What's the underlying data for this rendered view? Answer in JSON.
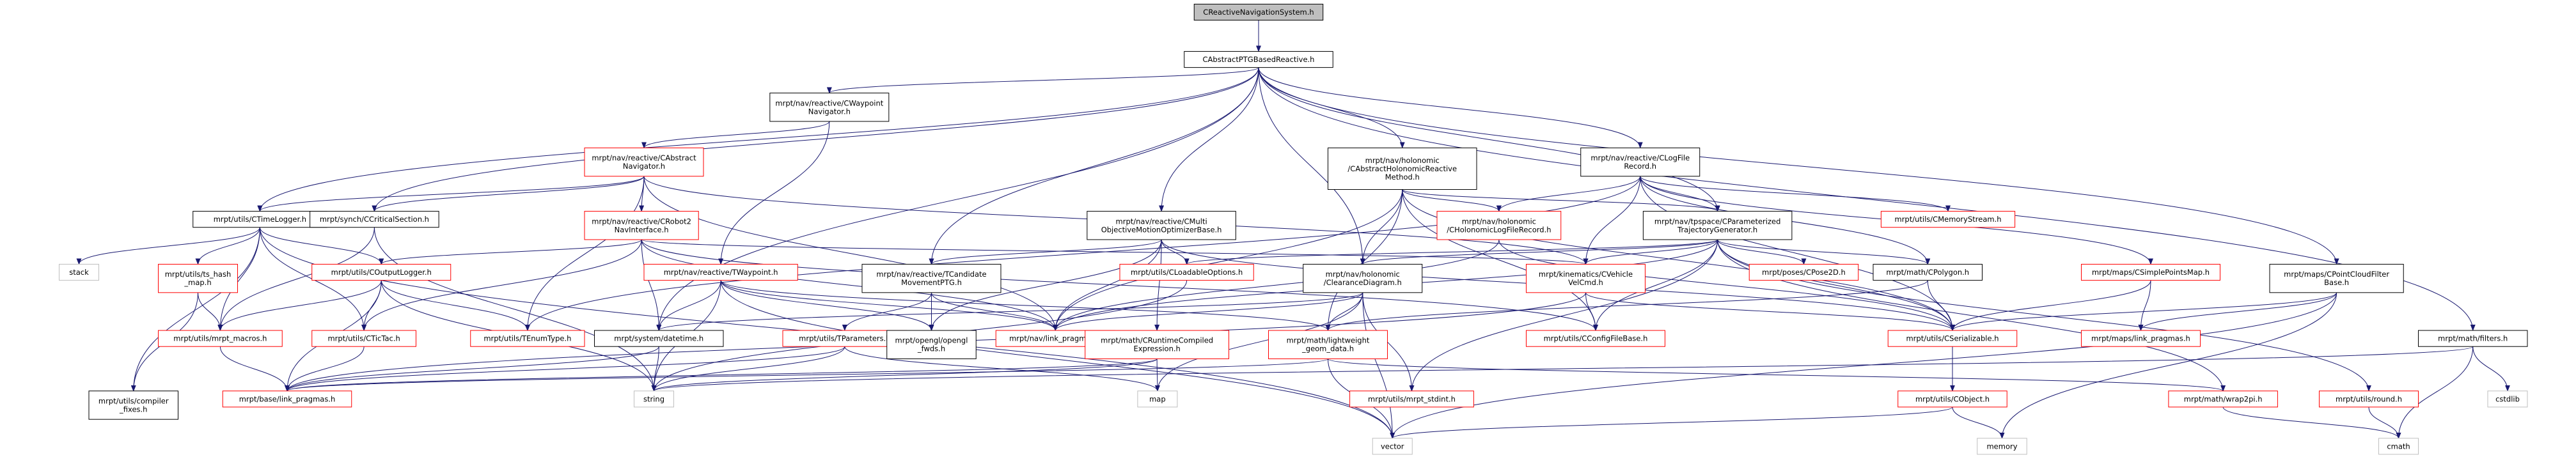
{
  "diagram": {
    "nodes": [
      {
        "id": "n0",
        "lines": [
          "CReactiveNavigationSystem.h"
        ],
        "style": "root"
      },
      {
        "id": "n1",
        "lines": [
          "CAbstractPTGBasedReactive.h"
        ],
        "style": "black"
      },
      {
        "id": "n2",
        "lines": [
          "mrpt/nav/reactive/CWaypoint",
          "Navigator.h"
        ],
        "style": "black"
      },
      {
        "id": "n3",
        "lines": [
          "mrpt/nav/holonomic",
          "/CAbstractHolonomicReactive",
          "Method.h"
        ],
        "style": "black"
      },
      {
        "id": "n4",
        "lines": [
          "mrpt/nav/reactive/CLogFile",
          "Record.h"
        ],
        "style": "black"
      },
      {
        "id": "n5",
        "lines": [
          "mrpt/nav/reactive/CAbstract",
          "Navigator.h"
        ],
        "style": "red"
      },
      {
        "id": "n6",
        "lines": [
          "mrpt/utils/CTimeLogger.h"
        ],
        "style": "black"
      },
      {
        "id": "n7",
        "lines": [
          "mrpt/synch/CCriticalSection.h"
        ],
        "style": "black"
      },
      {
        "id": "n8",
        "lines": [
          "mrpt/nav/reactive/CRobot2",
          "NavInterface.h"
        ],
        "style": "red"
      },
      {
        "id": "n9",
        "lines": [
          "mrpt/nav/reactive/CMulti",
          "ObjectiveMotionOptimizerBase.h"
        ],
        "style": "black"
      },
      {
        "id": "n10",
        "lines": [
          "mrpt/nav/holonomic",
          "/CHolonomicLogFileRecord.h"
        ],
        "style": "red"
      },
      {
        "id": "n11",
        "lines": [
          "mrpt/nav/tpspace/CParameterized",
          "TrajectoryGenerator.h"
        ],
        "style": "black"
      },
      {
        "id": "n12",
        "lines": [
          "mrpt/utils/CMemoryStream.h"
        ],
        "style": "red"
      },
      {
        "id": "n13",
        "lines": [
          "stack"
        ],
        "style": "gray"
      },
      {
        "id": "n14",
        "lines": [
          "mrpt/utils/ts_hash",
          "_map.h"
        ],
        "style": "red"
      },
      {
        "id": "n15",
        "lines": [
          "mrpt/utils/COutputLogger.h"
        ],
        "style": "red"
      },
      {
        "id": "n16",
        "lines": [
          "mrpt/nav/reactive/TWaypoint.h"
        ],
        "style": "red"
      },
      {
        "id": "n17",
        "lines": [
          "mrpt/nav/reactive/TCandidate",
          "MovementPTG.h"
        ],
        "style": "black"
      },
      {
        "id": "n18",
        "lines": [
          "mrpt/utils/CLoadableOptions.h"
        ],
        "style": "red"
      },
      {
        "id": "n19",
        "lines": [
          "mrpt/nav/holonomic",
          "/ClearanceDiagram.h"
        ],
        "style": "black"
      },
      {
        "id": "n20",
        "lines": [
          "mrpt/kinematics/CVehicle",
          "VelCmd.h"
        ],
        "style": "red"
      },
      {
        "id": "n21",
        "lines": [
          "mrpt/poses/CPose2D.h"
        ],
        "style": "red"
      },
      {
        "id": "n22",
        "lines": [
          "mrpt/math/CPolygon.h"
        ],
        "style": "black"
      },
      {
        "id": "n23",
        "lines": [
          "mrpt/maps/CSimplePointsMap.h"
        ],
        "style": "red"
      },
      {
        "id": "n24",
        "lines": [
          "mrpt/maps/CPointCloudFilter",
          "Base.h"
        ],
        "style": "black"
      },
      {
        "id": "n25",
        "lines": [
          "mrpt/math/filters.h"
        ],
        "style": "black"
      },
      {
        "id": "n26",
        "lines": [
          "mrpt/utils/mrpt_macros.h"
        ],
        "style": "red"
      },
      {
        "id": "n27",
        "lines": [
          "mrpt/utils/CTicTac.h"
        ],
        "style": "red"
      },
      {
        "id": "n28",
        "lines": [
          "mrpt/utils/TEnumType.h"
        ],
        "style": "red"
      },
      {
        "id": "n29",
        "lines": [
          "mrpt/system/datetime.h"
        ],
        "style": "black"
      },
      {
        "id": "n30",
        "lines": [
          "mrpt/utils/TParameters.h"
        ],
        "style": "red"
      },
      {
        "id": "n31",
        "lines": [
          "mrpt/opengl/opengl",
          "_fwds.h"
        ],
        "style": "black"
      },
      {
        "id": "n32",
        "lines": [
          "mrpt/nav/link_pragmas.h"
        ],
        "style": "red"
      },
      {
        "id": "n33",
        "lines": [
          "mrpt/math/CRuntimeCompiled",
          "Expression.h"
        ],
        "style": "red"
      },
      {
        "id": "n34",
        "lines": [
          "mrpt/math/lightweight",
          "_geom_data.h"
        ],
        "style": "red"
      },
      {
        "id": "n35",
        "lines": [
          "mrpt/utils/CConfigFileBase.h"
        ],
        "style": "red"
      },
      {
        "id": "n36",
        "lines": [
          "mrpt/utils/CSerializable.h"
        ],
        "style": "red"
      },
      {
        "id": "n37",
        "lines": [
          "mrpt/maps/link_pragmas.h"
        ],
        "style": "red"
      },
      {
        "id": "n38",
        "lines": [
          "mrpt/math/wrap2pi.h"
        ],
        "style": "red"
      },
      {
        "id": "n39",
        "lines": [
          "mrpt/utils/round.h"
        ],
        "style": "red"
      },
      {
        "id": "n40",
        "lines": [
          "cstdlib"
        ],
        "style": "gray"
      },
      {
        "id": "n41",
        "lines": [
          "mrpt/utils/compiler",
          "_fixes.h"
        ],
        "style": "black"
      },
      {
        "id": "n42",
        "lines": [
          "mrpt/base/link_pragmas.h"
        ],
        "style": "red"
      },
      {
        "id": "n43",
        "lines": [
          "string"
        ],
        "style": "gray"
      },
      {
        "id": "n44",
        "lines": [
          "map"
        ],
        "style": "gray"
      },
      {
        "id": "n45",
        "lines": [
          "mrpt/utils/mrpt_stdint.h"
        ],
        "style": "red"
      },
      {
        "id": "n46",
        "lines": [
          "mrpt/utils/CObject.h"
        ],
        "style": "red"
      },
      {
        "id": "n47",
        "lines": [
          "vector"
        ],
        "style": "gray"
      },
      {
        "id": "n48",
        "lines": [
          "memory"
        ],
        "style": "gray"
      },
      {
        "id": "n49",
        "lines": [
          "cmath"
        ],
        "style": "gray"
      }
    ],
    "edges": [
      [
        "n0",
        "n1"
      ],
      [
        "n1",
        "n2"
      ],
      [
        "n1",
        "n3"
      ],
      [
        "n1",
        "n4"
      ],
      [
        "n1",
        "n6"
      ],
      [
        "n1",
        "n7"
      ],
      [
        "n1",
        "n9"
      ],
      [
        "n1",
        "n11"
      ],
      [
        "n1",
        "n17"
      ],
      [
        "n1",
        "n19"
      ],
      [
        "n1",
        "n24"
      ],
      [
        "n1",
        "n25"
      ],
      [
        "n1",
        "n29"
      ],
      [
        "n2",
        "n5"
      ],
      [
        "n2",
        "n16"
      ],
      [
        "n5",
        "n6"
      ],
      [
        "n5",
        "n7"
      ],
      [
        "n5",
        "n8"
      ],
      [
        "n5",
        "n28"
      ],
      [
        "n5",
        "n32"
      ],
      [
        "n5",
        "n20"
      ],
      [
        "n3",
        "n10"
      ],
      [
        "n3",
        "n11"
      ],
      [
        "n3",
        "n19"
      ],
      [
        "n3",
        "n32"
      ],
      [
        "n3",
        "n35"
      ],
      [
        "n3",
        "n36"
      ],
      [
        "n3",
        "n34"
      ],
      [
        "n4",
        "n10"
      ],
      [
        "n4",
        "n11"
      ],
      [
        "n4",
        "n12"
      ],
      [
        "n4",
        "n20"
      ],
      [
        "n4",
        "n28"
      ],
      [
        "n4",
        "n36"
      ],
      [
        "n4",
        "n22"
      ],
      [
        "n4",
        "n23"
      ],
      [
        "n6",
        "n13"
      ],
      [
        "n6",
        "n14"
      ],
      [
        "n6",
        "n15"
      ],
      [
        "n6",
        "n26"
      ],
      [
        "n6",
        "n27"
      ],
      [
        "n6",
        "n41"
      ],
      [
        "n6",
        "n47"
      ],
      [
        "n7",
        "n26"
      ],
      [
        "n7",
        "n43"
      ],
      [
        "n8",
        "n15"
      ],
      [
        "n8",
        "n29"
      ],
      [
        "n8",
        "n32"
      ],
      [
        "n8",
        "n20"
      ],
      [
        "n8",
        "n27"
      ],
      [
        "n8",
        "n35"
      ],
      [
        "n9",
        "n17"
      ],
      [
        "n9",
        "n18"
      ],
      [
        "n9",
        "n32"
      ],
      [
        "n9",
        "n33"
      ],
      [
        "n9",
        "n36"
      ],
      [
        "n9",
        "n31"
      ],
      [
        "n10",
        "n32"
      ],
      [
        "n10",
        "n36"
      ],
      [
        "n11",
        "n18"
      ],
      [
        "n11",
        "n19"
      ],
      [
        "n11",
        "n20"
      ],
      [
        "n11",
        "n21"
      ],
      [
        "n11",
        "n22"
      ],
      [
        "n11",
        "n35"
      ],
      [
        "n11",
        "n36"
      ],
      [
        "n11",
        "n45"
      ],
      [
        "n11",
        "n38"
      ],
      [
        "n11",
        "n39"
      ],
      [
        "n11",
        "n32"
      ],
      [
        "n14",
        "n26"
      ],
      [
        "n14",
        "n41"
      ],
      [
        "n15",
        "n26"
      ],
      [
        "n15",
        "n27"
      ],
      [
        "n15",
        "n28"
      ],
      [
        "n15",
        "n42"
      ],
      [
        "n15",
        "n43"
      ],
      [
        "n16",
        "n29"
      ],
      [
        "n16",
        "n31"
      ],
      [
        "n16",
        "n32"
      ],
      [
        "n16",
        "n34"
      ],
      [
        "n16",
        "n43"
      ],
      [
        "n16",
        "n47"
      ],
      [
        "n17",
        "n30"
      ],
      [
        "n17",
        "n31"
      ],
      [
        "n17",
        "n32"
      ],
      [
        "n18",
        "n43"
      ],
      [
        "n19",
        "n29"
      ],
      [
        "n19",
        "n32"
      ],
      [
        "n19",
        "n34"
      ],
      [
        "n19",
        "n44"
      ],
      [
        "n19",
        "n47"
      ],
      [
        "n19",
        "n45"
      ],
      [
        "n20",
        "n35"
      ],
      [
        "n20",
        "n36"
      ],
      [
        "n20",
        "n42"
      ],
      [
        "n22",
        "n34"
      ],
      [
        "n22",
        "n36"
      ],
      [
        "n23",
        "n36"
      ],
      [
        "n23",
        "n37"
      ],
      [
        "n24",
        "n36"
      ],
      [
        "n24",
        "n37"
      ],
      [
        "n24",
        "n47"
      ],
      [
        "n24",
        "n48"
      ],
      [
        "n25",
        "n40"
      ],
      [
        "n25",
        "n43"
      ],
      [
        "n25",
        "n49"
      ],
      [
        "n26",
        "n42"
      ],
      [
        "n27",
        "n42"
      ],
      [
        "n29",
        "n42"
      ],
      [
        "n29",
        "n43"
      ],
      [
        "n30",
        "n42"
      ],
      [
        "n30",
        "n43"
      ],
      [
        "n30",
        "n44"
      ],
      [
        "n33",
        "n42"
      ],
      [
        "n33",
        "n43"
      ],
      [
        "n33",
        "n44"
      ],
      [
        "n34",
        "n42"
      ],
      [
        "n34",
        "n47"
      ],
      [
        "n34",
        "n38"
      ],
      [
        "n36",
        "n46"
      ],
      [
        "n38",
        "n49"
      ],
      [
        "n39",
        "n49"
      ],
      [
        "n46",
        "n47"
      ],
      [
        "n46",
        "n48"
      ]
    ]
  },
  "colors": {
    "edge": "#191970",
    "black_border": "#000000",
    "red_border": "#ff0000",
    "gray_border": "#bfbfbf",
    "root_fill": "#bfbfbf",
    "node_fill": "#ffffff",
    "text": "#000000"
  }
}
